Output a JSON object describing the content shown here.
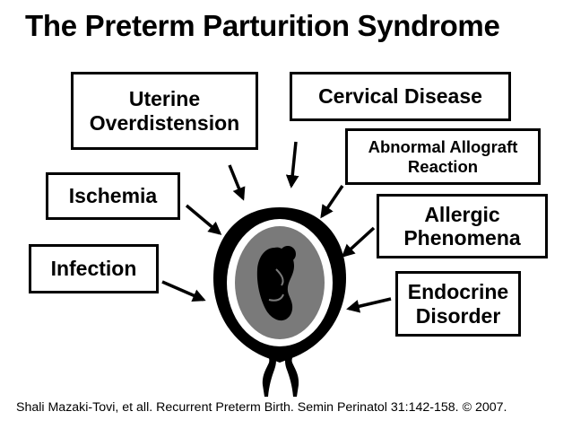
{
  "title": "The Preterm Parturition Syndrome",
  "causes": {
    "uterine_overdistension": {
      "line1": "Uterine",
      "line2": "Overdistension"
    },
    "cervical_disease": {
      "line1": "Cervical Disease"
    },
    "abnormal_allograft_reaction": {
      "line1": "Abnormal Allograft",
      "line2": "Reaction"
    },
    "ischemia": {
      "line1": "Ischemia"
    },
    "allergic_phenomena": {
      "line1": "Allergic",
      "line2": "Phenomena"
    },
    "infection": {
      "line1": "Infection"
    },
    "endocrine_disorder": {
      "line1": "Endocrine",
      "line2": "Disorder"
    }
  },
  "citation": "Shali Mazaki-Tovi, et all. Recurrent Preterm Birth.  Semin Perinatol 31:142-158. © 2007.",
  "colors": {
    "amniotic_fluid": "#7a7a7a",
    "uterus_wall": "#000000",
    "background": "#ffffff"
  }
}
